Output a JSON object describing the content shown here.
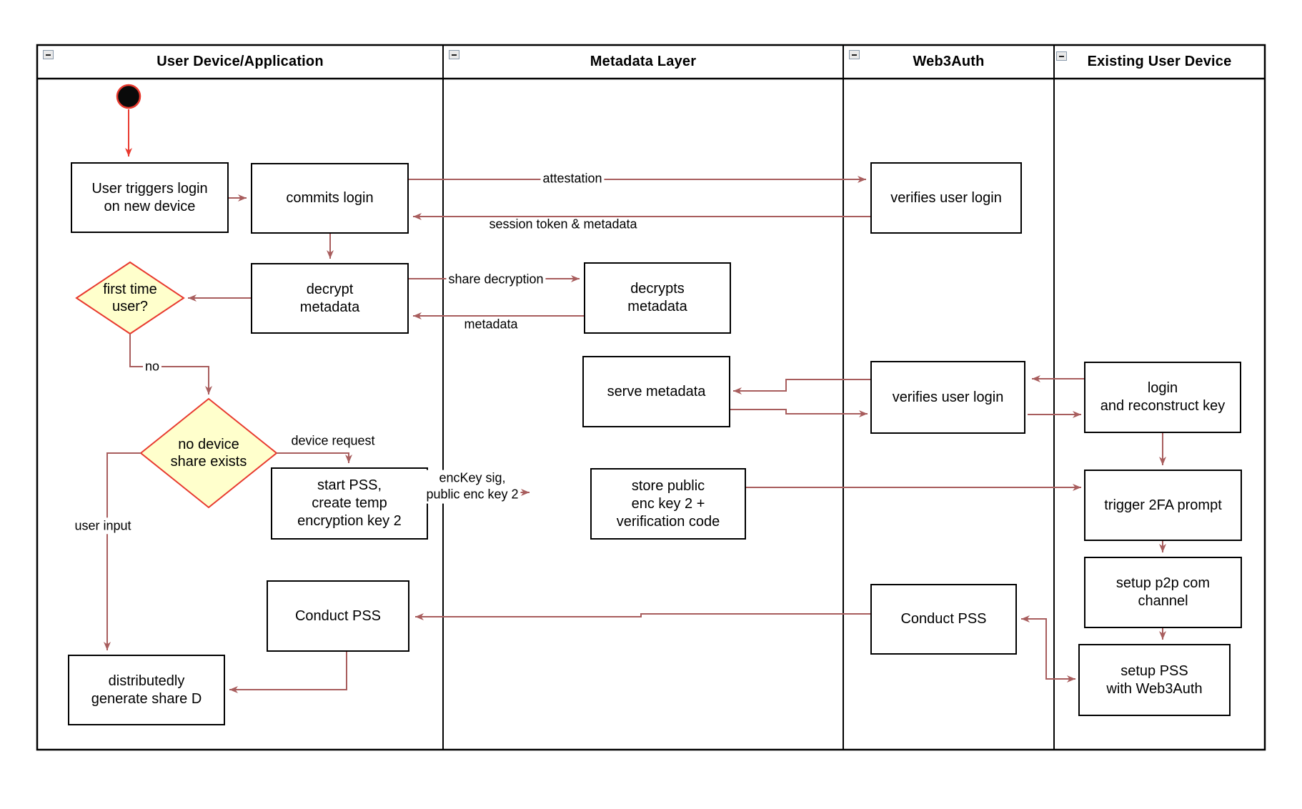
{
  "diagram": {
    "type": "swimlane-activity-diagram",
    "colors": {
      "arrow": "#a85d5d",
      "accent_red": "#e8392e",
      "decision_fill": "#ffffcc",
      "node_border": "#000000",
      "node_fill": "#ffffff",
      "collapse_icon_bg": "#e9e9e9"
    }
  },
  "lanes": [
    {
      "title": "User Device/Application"
    },
    {
      "title": "Metadata Layer"
    },
    {
      "title": "Web3Auth"
    },
    {
      "title": "Existing User Device"
    }
  ],
  "nodes": {
    "user_triggers_login": {
      "label": "User triggers login\non new device",
      "lane": "User Device/Application"
    },
    "commits_login": {
      "label": "commits login",
      "lane": "User Device/Application"
    },
    "decrypt_metadata": {
      "label": "decrypt\nmetadata",
      "lane": "User Device/Application"
    },
    "start_pss": {
      "label": "start PSS,\ncreate temp\nencryption key 2",
      "lane": "User Device/Application"
    },
    "conduct_pss_user": {
      "label": "Conduct PSS",
      "lane": "User Device/Application"
    },
    "generate_share_d": {
      "label": "distributedly\ngenerate share D",
      "lane": "User Device/Application"
    },
    "decrypts_metadata": {
      "label": "decrypts\nmetadata",
      "lane": "Metadata Layer"
    },
    "serve_metadata": {
      "label": "serve metadata",
      "lane": "Metadata Layer"
    },
    "store_public_enc_key": {
      "label": "store public\nenc key 2 +\nverification code",
      "lane": "Metadata Layer"
    },
    "verifies_user_login_1": {
      "label": "verifies user login",
      "lane": "Web3Auth"
    },
    "verifies_user_login_2": {
      "label": "verifies user login",
      "lane": "Web3Auth"
    },
    "conduct_pss_web3auth": {
      "label": "Conduct PSS",
      "lane": "Web3Auth"
    },
    "login_reconstruct_key": {
      "label": "login\nand reconstruct key",
      "lane": "Existing User Device"
    },
    "trigger_2fa": {
      "label": "trigger 2FA prompt",
      "lane": "Existing User Device"
    },
    "setup_p2p": {
      "label": "setup p2p com\nchannel",
      "lane": "Existing User Device"
    },
    "setup_pss_web3auth": {
      "label": "setup PSS\nwith Web3Auth",
      "lane": "Existing User Device"
    }
  },
  "decisions": {
    "first_time_user": {
      "label": "first time\nuser?"
    },
    "no_device_share": {
      "label": "no device\nshare exists"
    }
  },
  "edge_labels": {
    "attestation": "attestation",
    "session_token": "session token & metadata",
    "share_decryption": "share decryption",
    "metadata": "metadata",
    "no": "no",
    "device_request": "device request",
    "enc_key": "encKey sig,\npublic enc key 2",
    "user_input": "user input"
  }
}
